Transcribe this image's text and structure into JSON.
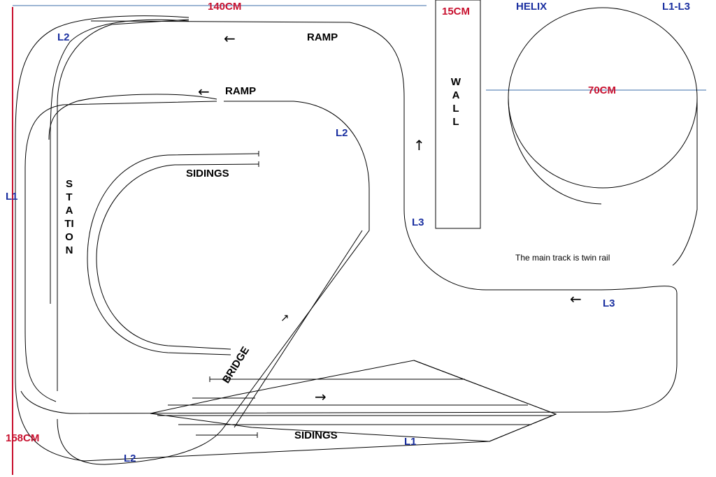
{
  "dimensions": {
    "length": "140CM",
    "width": "158CM",
    "wall": "15CM",
    "helix": "70CM"
  },
  "labels": {
    "helix": "HELIX",
    "helix_levels": "L1-L3",
    "wall": "WALL",
    "station": "STATION",
    "ramp_top": "RAMP",
    "ramp_mid": "RAMP",
    "sidings_top": "SIDINGS",
    "sidings_bottom": "SIDINGS",
    "bridge": "BRIDGE",
    "note": "The main track is twin rail"
  },
  "levels": {
    "l1_left": "L1",
    "l1_bottom": "L1",
    "l2_top_left": "L2",
    "l2_right": "L2",
    "l2_bottom": "L2",
    "l3_wall": "L3",
    "l3_right": "L3"
  },
  "arrows": {
    "ramp_top": "←",
    "ramp_mid": "←",
    "up_near_wall": "↑",
    "right_l3": "←",
    "bridge": "↗",
    "bottom": "→"
  },
  "colors": {
    "dimension": "#c8102e",
    "level": "#1a2fa0",
    "dimension_line_blue": "#3b6ea8",
    "track": "#000000"
  }
}
